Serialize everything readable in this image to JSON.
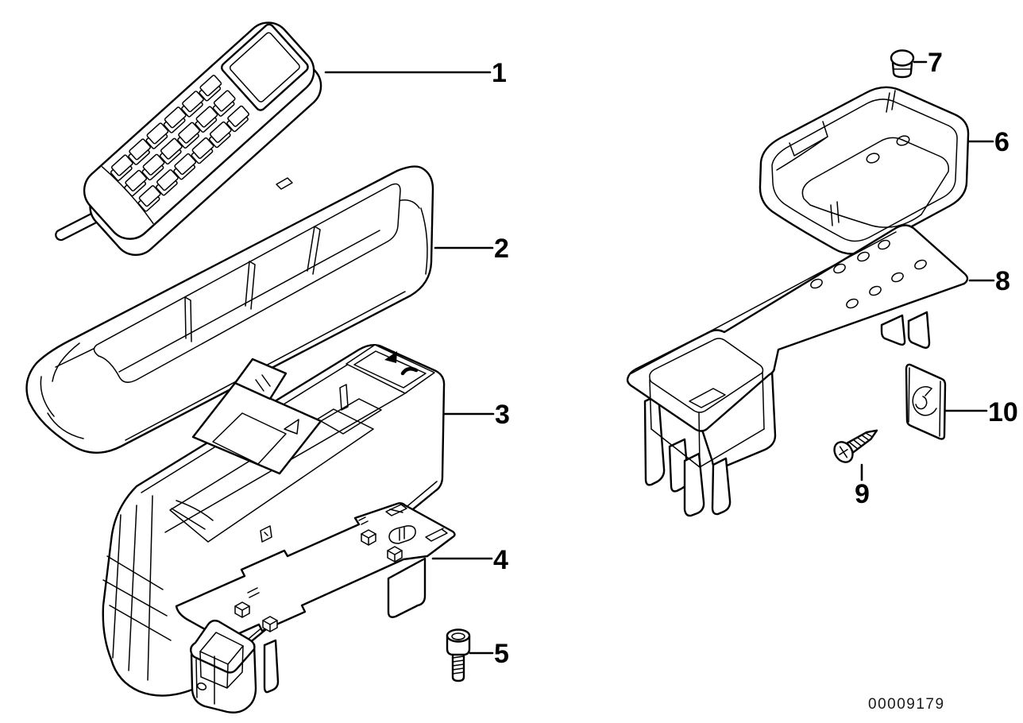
{
  "diagram": {
    "background": "#ffffff",
    "line_color": "#000000",
    "callouts": [
      {
        "label": "1"
      },
      {
        "label": "2"
      },
      {
        "label": "3"
      },
      {
        "label": "4"
      },
      {
        "label": "5"
      },
      {
        "label": "6"
      },
      {
        "label": "7"
      },
      {
        "label": "8"
      },
      {
        "label": "9"
      },
      {
        "label": "10"
      }
    ],
    "doc_number": "00009179"
  }
}
